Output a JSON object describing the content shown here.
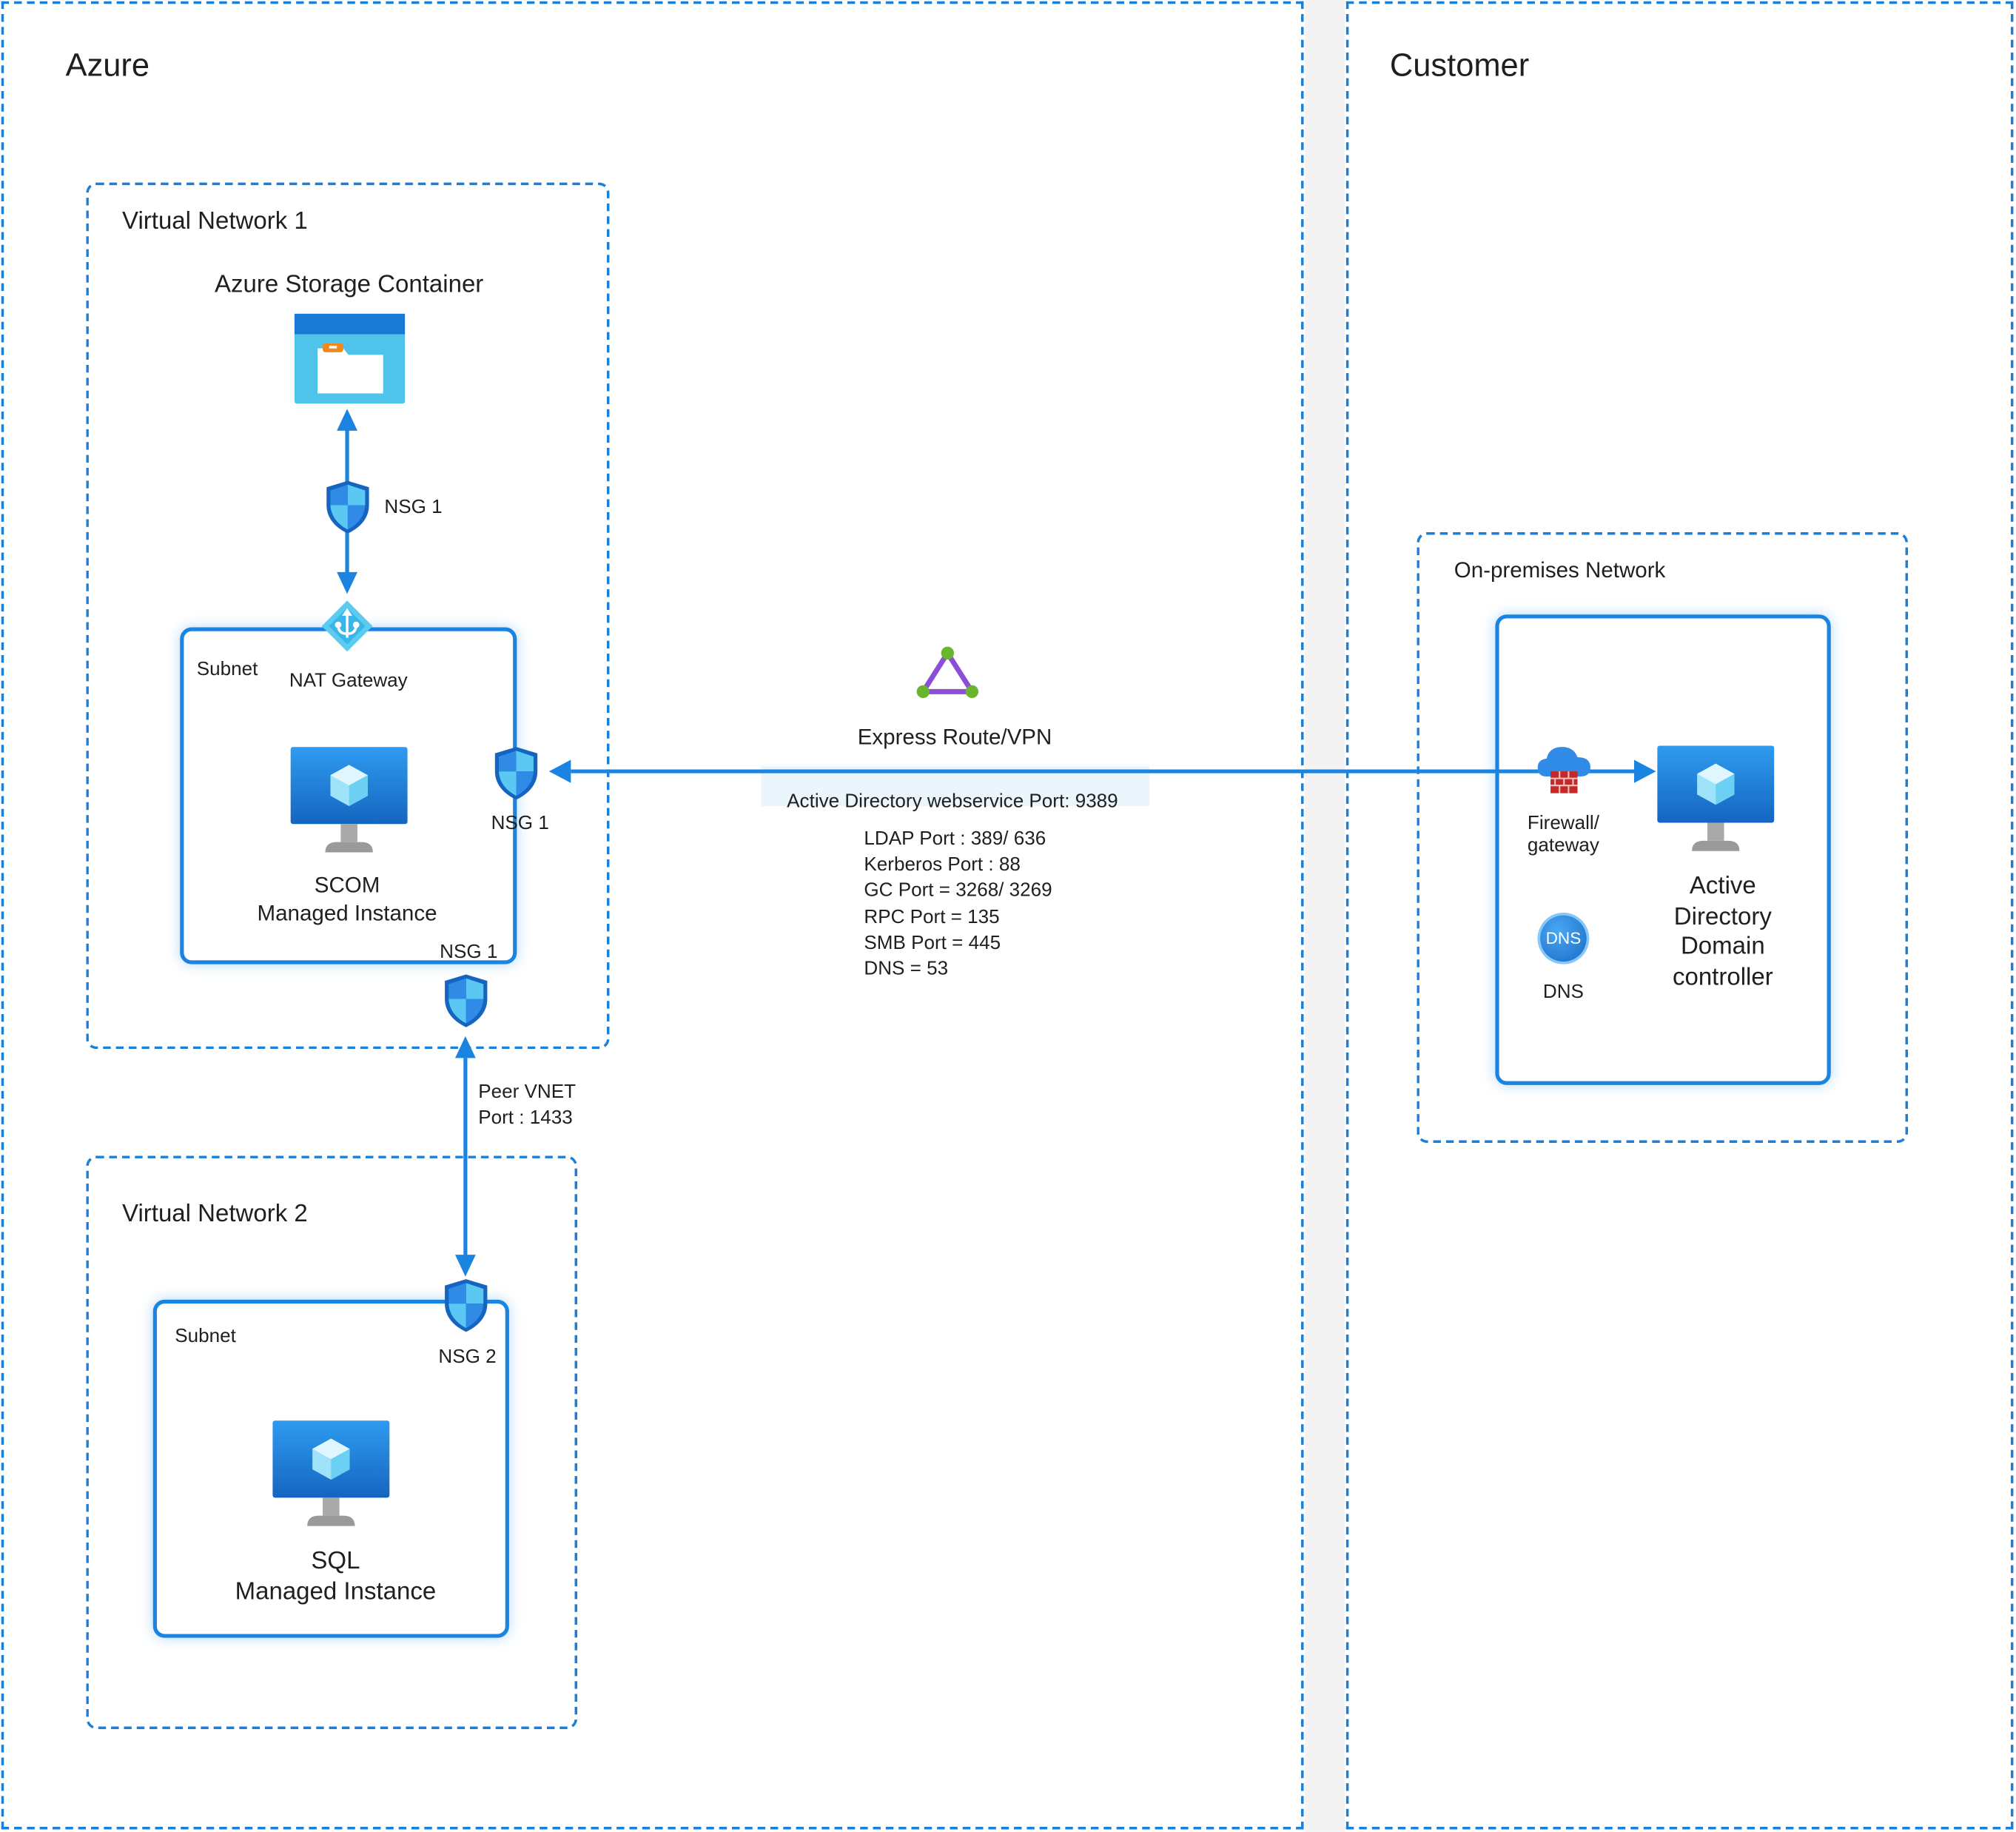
{
  "regions": {
    "azure": "Azure",
    "customer": "Customer"
  },
  "vnet1": {
    "title": "Virtual Network 1",
    "storage_label": "Azure Storage Container",
    "nsg_storage": "NSG 1",
    "subnet_label": "Subnet",
    "nat_label": "NAT Gateway",
    "scom_label_1": "SCOM",
    "scom_label_2": "Managed Instance",
    "nsg_right": "NSG 1",
    "nsg_bottom": "NSG 1"
  },
  "peering": {
    "line1": "Peer VNET",
    "line2": "Port : 1433"
  },
  "vnet2": {
    "title": "Virtual Network 2",
    "subnet_label": "Subnet",
    "nsg_label": "NSG 2",
    "sql_label_1": "SQL",
    "sql_label_2": "Managed Instance"
  },
  "connection": {
    "label": "Express Route/VPN",
    "ad_port": "Active Directory webservice Port: 9389",
    "ports": [
      "LDAP Port : 389/ 636",
      "Kerberos Port : 88",
      "GC Port = 3268/ 3269",
      "RPC Port = 135",
      "SMB Port = 445",
      "DNS = 53"
    ]
  },
  "onprem": {
    "title": "On-premises Network",
    "firewall_1": "Firewall/",
    "firewall_2": "gateway",
    "dns_icon_text": "DNS",
    "dns_label": "DNS",
    "ad_1": "Active",
    "ad_2": "Directory",
    "ad_3": "Domain",
    "ad_4": "controller"
  },
  "colors": {
    "accent": "#1b84e0",
    "dashed": "#1a7fd8",
    "gap": "#f3f3f3"
  }
}
